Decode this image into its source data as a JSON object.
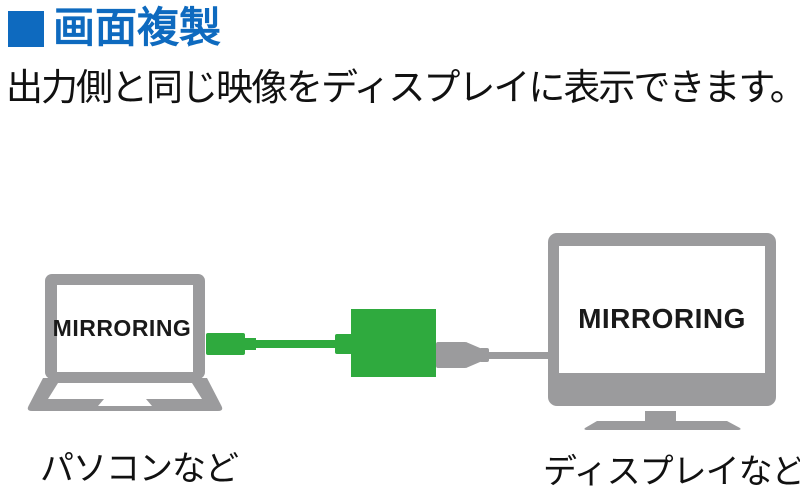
{
  "header": {
    "bullet": "■",
    "title": "画面複製"
  },
  "subtitle": "出力側と同じ映像をディスプレイに表示できます。",
  "diagram": {
    "source_device": {
      "screen_text": "MIRRORING",
      "caption": "パソコンなど"
    },
    "output_device": {
      "screen_text": "MIRRORING",
      "caption": "ディスプレイなど"
    }
  },
  "colors": {
    "header_blue": "#0e6abf",
    "adapter_green": "#2faa3e",
    "device_gray": "#9b9b9d",
    "screen_white": "#ffffff",
    "text_black": "#111111"
  }
}
